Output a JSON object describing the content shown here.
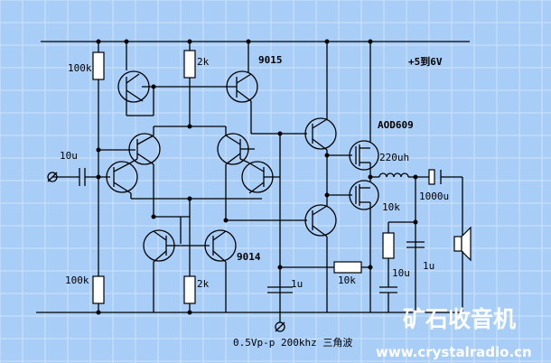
{
  "labels": {
    "r_top_left": "100k",
    "r_top_mid": "2k",
    "q_top": "9015",
    "supply": "+5到6V",
    "c_in": "10u",
    "mosfet": "AOD609",
    "inductor": "220uh",
    "c_out": "1000u",
    "r_snub": "10k",
    "q_bottom": "9014",
    "r_bot_left": "100k",
    "r_bot_mid": "2k",
    "c_mid": "1u",
    "r_fb": "10k",
    "c_snub": "10u",
    "c_filt": "1u",
    "input_signal": "0.5Vp-p 200khz 三角波"
  },
  "watermark": {
    "title": "矿石收音机",
    "url": "www.crystalradio.cn"
  },
  "colors": {
    "background": "#a8cdf7",
    "grid": "#cfe2fb",
    "wire": "#000000"
  }
}
